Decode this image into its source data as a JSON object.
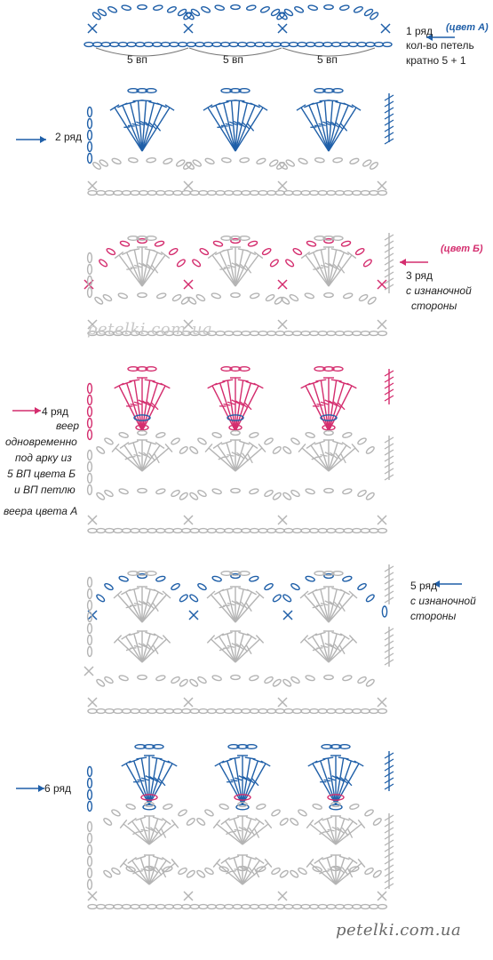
{
  "colors": {
    "blue": "#1f5fa8",
    "pink": "#d42d6e",
    "grey": "#b4b4b4",
    "text": "#222222"
  },
  "row1": {
    "title": "1 ряд",
    "color_note": "(цвет А)",
    "line2": "кол-во петель",
    "line3": "кратно 5 + 1",
    "ch_label": "5 вп"
  },
  "row2": {
    "title": "2 ряд"
  },
  "row3": {
    "color_note": "(цвет Б)",
    "title": "3 ряд",
    "line2": "с изнаночной",
    "line3": "стороны"
  },
  "row4": {
    "title": "4 ряд",
    "lines": [
      "веер",
      "одновременно",
      "под арку из",
      "5 ВП цвета Б",
      "и ВП петлю",
      "веера цвета А"
    ]
  },
  "row5": {
    "title": "5 ряд",
    "line2": "с изнаночной",
    "line3": "стороны"
  },
  "row6": {
    "title": "6 ряд"
  },
  "watermark": "petelki.com.ua",
  "icons": [
    "arrow-left-icon",
    "arrow-right-icon"
  ]
}
